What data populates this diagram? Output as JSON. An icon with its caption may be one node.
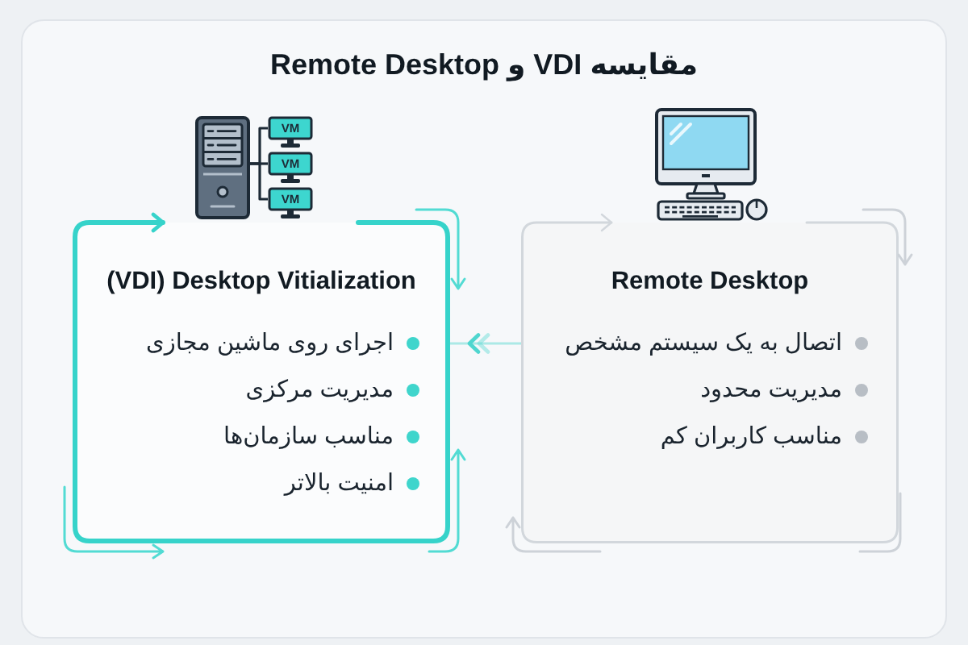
{
  "diagram": {
    "title": "مقایسه VDI و Remote Desktop",
    "nodes": [
      {
        "text": [],
        "shape": "picture"
      },
      {
        "text": [
          "VM"
        ]
      },
      {
        "text": [
          "VM"
        ]
      },
      {
        "text": [
          "VM"
        ]
      },
      {
        "text": [
          "(VDI) Desktop Vitialization",
          "اجرای روی ماشین مجازی",
          "مدیریت مرکزی",
          "مناسب سازمان‌ها",
          "امنیت بالاتر"
        ]
      },
      {
        "text": [
          "Remote Desktop",
          "اتصال به یک سیستم مشخص",
          "مدیریت محدود",
          "مناسب کاربران کم"
        ]
      }
    ],
    "edges": [
      {
        "from": 0,
        "to": 1,
        "arrow": "none"
      },
      {
        "from": 0,
        "to": 2,
        "arrow": "none"
      },
      {
        "from": 0,
        "to": 3,
        "arrow": "none"
      },
      {
        "from": 5,
        "to": 4,
        "arrow": "to",
        "color": "#4fd6cf"
      }
    ]
  }
}
